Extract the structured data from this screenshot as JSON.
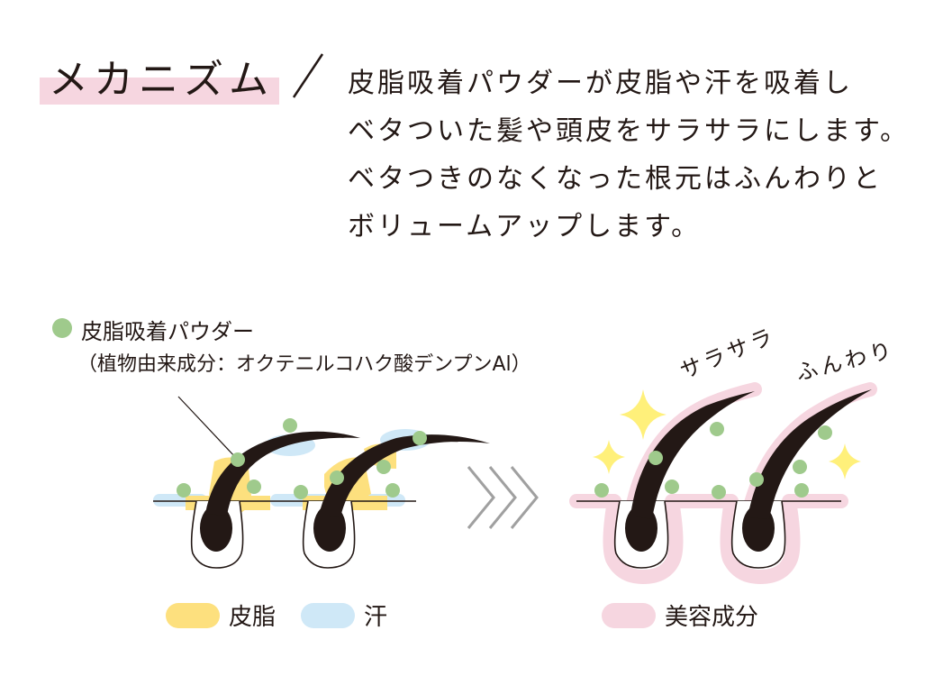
{
  "title": "メカニズム",
  "description_lines": [
    "皮脂吸着パウダーが皮脂や汗を吸着し",
    "ベタついた髪や頭皮をサラサラにします。",
    "ベタつきのなくなった根元はふんわりと",
    "ボリュームアップします。"
  ],
  "powder": {
    "name": "皮脂吸着パウダー",
    "ingredient": "（植物由来成分：オクテニルコハク酸デンプンAl）"
  },
  "legend": {
    "sebum": "皮脂",
    "sweat": "汗",
    "beauty": "美容成分"
  },
  "after_words": {
    "smooth": "サラサラ",
    "fluffy": "ふんわり"
  },
  "colors": {
    "title_highlight": "#f6d6e0",
    "powder": "#9fca8c",
    "sebum": "#fde07e",
    "sweat": "#cfe8f7",
    "beauty": "#f6d6e0",
    "hair": "#231815",
    "sparkle": "#fff07a",
    "arrow": "#a0a0a0"
  }
}
